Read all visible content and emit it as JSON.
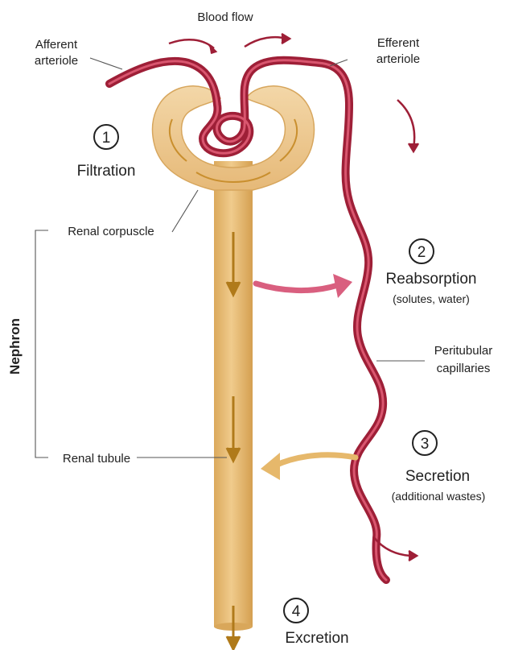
{
  "labels": {
    "blood_flow": "Blood flow",
    "afferent_line1": "Afferent",
    "afferent_line2": "arteriole",
    "efferent_line1": "Efferent",
    "efferent_line2": "arteriole",
    "renal_corpuscle": "Renal corpuscle",
    "renal_tubule": "Renal tubule",
    "nephron": "Nephron",
    "peritubular_line1": "Peritubular",
    "peritubular_line2": "capillaries"
  },
  "steps": [
    {
      "number": "1",
      "title": "Filtration",
      "detail": ""
    },
    {
      "number": "2",
      "title": "Reabsorption",
      "detail": "(solutes, water)"
    },
    {
      "number": "3",
      "title": "Secretion",
      "detail": "(additional wastes)"
    },
    {
      "number": "4",
      "title": "Excretion",
      "detail": ""
    }
  ],
  "colors": {
    "tubule": "#e3b46a",
    "tubule_light": "#f1d3a1",
    "tubule_arrow": "#b07a1a",
    "vessel": "#b8243f",
    "vessel_highlight": "#e07186",
    "reabsorption_arrow": "#d95f7f",
    "secretion_arrow": "#e6b86b"
  }
}
